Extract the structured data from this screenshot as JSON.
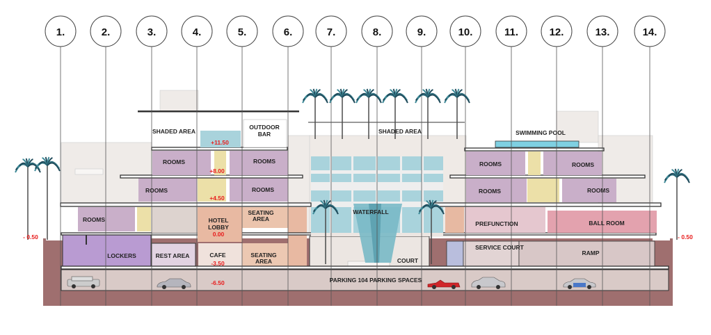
{
  "grid_axes": [
    "1.",
    "2.",
    "3.",
    "4.",
    "5.",
    "6.",
    "7.",
    "8.",
    "9.",
    "10.",
    "11.",
    "12.",
    "13.",
    "14."
  ],
  "spaces": {
    "shaded_area_left": "SHADED AREA",
    "outdoor_bar_1": "OUTDOOR",
    "outdoor_bar_2": "BAR",
    "shaded_area_center": "SHADED AREA",
    "swimming_pool": "SWIMMING POOL",
    "rooms": "ROOMS",
    "hotel_lobby_1": "HOTEL",
    "hotel_lobby_2": "LOBBY",
    "seating_area_1": "SEATING",
    "seating_area_2": "AREA",
    "waterfall": "WATERFALL",
    "prefunction": "PREFUNCTION",
    "ball_room": "BALL ROOM",
    "lockers": "LOCKERS",
    "rest_area": "REST AREA",
    "cafe": "CAFE",
    "court": "COURT",
    "service_court": "SERVICE COURT",
    "ramp": "RAMP",
    "parking": "PARKING 104 PARKING SPACES"
  },
  "levels": {
    "roof": "+11.50",
    "third": "+8.00",
    "second": "+4.50",
    "lobby": "0.00",
    "cafe": "-3.50",
    "parking": "-6.50",
    "ground_left": "- 0.50",
    "ground_right": "- 0.50"
  },
  "colors": {
    "rooms": "#c9afc9",
    "core": "#ece0a8",
    "lobby": "#e8b9a2",
    "lockers": "#b99bd2",
    "ballroom": "#e3a2ae",
    "prefunction": "#e5c7cf",
    "glass": "#a9d3dc",
    "pool": "#7fd0e2",
    "earth": "#9f6f6f",
    "level_text": "#e81c1c"
  }
}
